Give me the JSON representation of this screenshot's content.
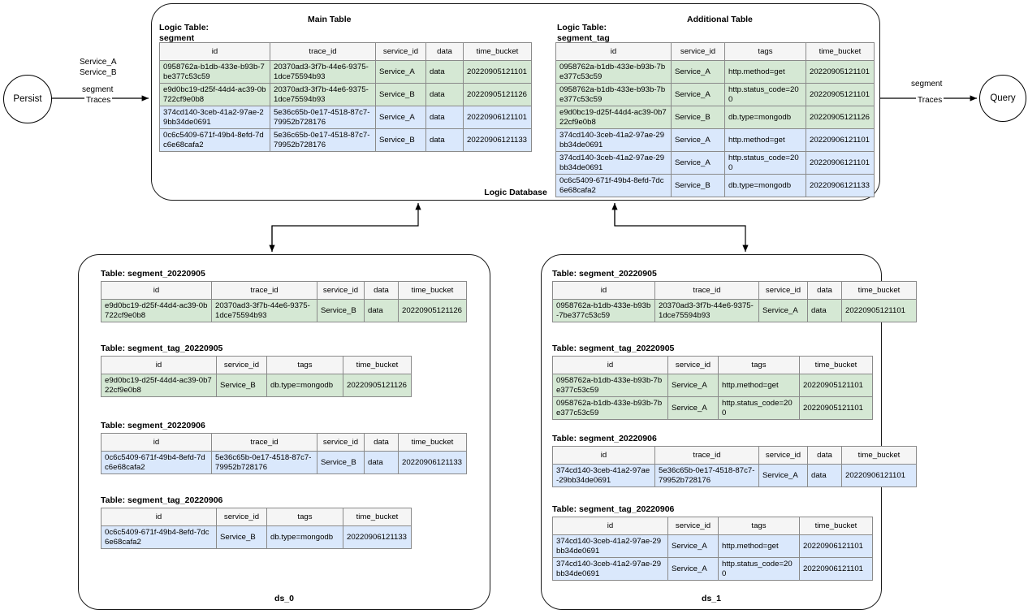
{
  "flow": {
    "persist_node": "Persist",
    "query_node": "Query",
    "left_edge_services": "Service_A\nService_B",
    "left_edge_label_line1": "segment",
    "left_edge_label_line2": "Traces",
    "right_edge_label_line1": "segment",
    "right_edge_label_line2": "Traces"
  },
  "logic_database": {
    "footer_label": "Logic Database",
    "main_table": {
      "heading": "Main Table",
      "logic_table_label": "Logic Table:",
      "logic_table_name": "segment",
      "columns": [
        "id",
        "trace_id",
        "service_id",
        "data",
        "time_bucket"
      ],
      "rows": [
        {
          "color": "green",
          "cells": [
            "0958762a-b1db-433e-b93b-7be377c53c59",
            "20370ad3-3f7b-44e6-9375-1dce75594b93",
            "Service_A",
            "data",
            "20220905121101"
          ]
        },
        {
          "color": "green",
          "cells": [
            "e9d0bc19-d25f-44d4-ac39-0b722cf9e0b8",
            "20370ad3-3f7b-44e6-9375-1dce75594b93",
            "Service_B",
            "data",
            "20220905121126"
          ]
        },
        {
          "color": "blue",
          "cells": [
            "374cd140-3ceb-41a2-97ae-29bb34de0691",
            "5e36c65b-0e17-4518-87c7-79952b728176",
            "Service_A",
            "data",
            "20220906121101"
          ]
        },
        {
          "color": "blue",
          "cells": [
            "0c6c5409-671f-49b4-8efd-7dc6e68cafa2",
            "5e36c65b-0e17-4518-87c7-79952b728176",
            "Service_B",
            "data",
            "20220906121133"
          ]
        }
      ]
    },
    "additional_table": {
      "heading": "Additional  Table",
      "logic_table_label": "Logic Table:",
      "logic_table_name": "segment_tag",
      "columns": [
        "id",
        "service_id",
        "tags",
        "time_bucket"
      ],
      "rows": [
        {
          "color": "green",
          "cells": [
            "0958762a-b1db-433e-b93b-7be377c53c59",
            "Service_A",
            "http.method=get",
            "20220905121101"
          ]
        },
        {
          "color": "green",
          "cells": [
            "0958762a-b1db-433e-b93b-7be377c53c59",
            "Service_A",
            "http.status_code=200",
            "20220905121101"
          ]
        },
        {
          "color": "green",
          "cells": [
            "e9d0bc19-d25f-44d4-ac39-0b722cf9e0b8",
            "Service_B",
            "db.type=mongodb",
            "20220905121126"
          ]
        },
        {
          "color": "blue",
          "cells": [
            "374cd140-3ceb-41a2-97ae-29bb34de0691",
            "Service_A",
            "http.method=get",
            "20220906121101"
          ]
        },
        {
          "color": "blue",
          "cells": [
            "374cd140-3ceb-41a2-97ae-29bb34de0691",
            "Service_A",
            "http.status_code=200",
            "20220906121101"
          ]
        },
        {
          "color": "blue",
          "cells": [
            "0c6c5409-671f-49b4-8efd-7dc6e68cafa2",
            "Service_B",
            "db.type=mongodb",
            "20220906121133"
          ]
        }
      ]
    }
  },
  "ds0": {
    "footer_label": "ds_0",
    "tables": [
      {
        "caption": "Table: segment_20220905",
        "columns": [
          "id",
          "trace_id",
          "service_id",
          "data",
          "time_bucket"
        ],
        "rows": [
          {
            "color": "green",
            "cells": [
              "e9d0bc19-d25f-44d4-ac39-0b722cf9e0b8",
              "20370ad3-3f7b-44e6-9375-1dce75594b93",
              "Service_B",
              "data",
              "20220905121126"
            ]
          }
        ]
      },
      {
        "caption": "Table: segment_tag_20220905",
        "columns": [
          "id",
          "service_id",
          "tags",
          "time_bucket"
        ],
        "rows": [
          {
            "color": "green",
            "cells": [
              "e9d0bc19-d25f-44d4-ac39-0b722cf9e0b8",
              "Service_B",
              "db.type=mongodb",
              "20220905121126"
            ]
          }
        ]
      },
      {
        "caption": "Table: segment_20220906",
        "columns": [
          "id",
          "trace_id",
          "service_id",
          "data",
          "time_bucket"
        ],
        "rows": [
          {
            "color": "blue",
            "cells": [
              "0c6c5409-671f-49b4-8efd-7dc6e68cafa2",
              "5e36c65b-0e17-4518-87c7-79952b728176",
              "Service_B",
              "data",
              "20220906121133"
            ]
          }
        ]
      },
      {
        "caption": "Table: segment_tag_20220906",
        "columns": [
          "id",
          "service_id",
          "tags",
          "time_bucket"
        ],
        "rows": [
          {
            "color": "blue",
            "cells": [
              "0c6c5409-671f-49b4-8efd-7dc6e68cafa2",
              "Service_B",
              "db.type=mongodb",
              "20220906121133"
            ]
          }
        ]
      }
    ]
  },
  "ds1": {
    "footer_label": "ds_1",
    "tables": [
      {
        "caption": "Table: segment_20220905",
        "columns": [
          "id",
          "trace_id",
          "service_id",
          "data",
          "time_bucket"
        ],
        "rows": [
          {
            "color": "green",
            "cells": [
              "0958762a-b1db-433e-b93b-7be377c53c59",
              "20370ad3-3f7b-44e6-9375-1dce75594b93",
              "Service_A",
              "data",
              "20220905121101"
            ]
          }
        ]
      },
      {
        "caption": "Table: segment_tag_20220905",
        "columns": [
          "id",
          "service_id",
          "tags",
          "time_bucket"
        ],
        "rows": [
          {
            "color": "green",
            "cells": [
              "0958762a-b1db-433e-b93b-7be377c53c59",
              "Service_A",
              "http.method=get",
              "20220905121101"
            ]
          },
          {
            "color": "green",
            "cells": [
              "0958762a-b1db-433e-b93b-7be377c53c59",
              "Service_A",
              "http.status_code=200",
              "20220905121101"
            ]
          }
        ]
      },
      {
        "caption": "Table: segment_20220906",
        "columns": [
          "id",
          "trace_id",
          "service_id",
          "data",
          "time_bucket"
        ],
        "rows": [
          {
            "color": "blue",
            "cells": [
              "374cd140-3ceb-41a2-97ae-29bb34de0691",
              "5e36c65b-0e17-4518-87c7-79952b728176",
              "Service_A",
              "data",
              "20220906121101"
            ]
          }
        ]
      },
      {
        "caption": "Table: segment_tag_20220906",
        "columns": [
          "id",
          "service_id",
          "tags",
          "time_bucket"
        ],
        "rows": [
          {
            "color": "blue",
            "cells": [
              "374cd140-3ceb-41a2-97ae-29bb34de0691",
              "Service_A",
              "http.method=get",
              "20220906121101"
            ]
          },
          {
            "color": "blue",
            "cells": [
              "374cd140-3ceb-41a2-97ae-29bb34de0691",
              "Service_A",
              "http.status_code=200",
              "20220906121101"
            ]
          }
        ]
      }
    ]
  },
  "colors": {
    "green_row": "#d5e8d4",
    "blue_row": "#dae8fc",
    "header_row": "#f5f5f5",
    "border": "#8a8a8a"
  }
}
